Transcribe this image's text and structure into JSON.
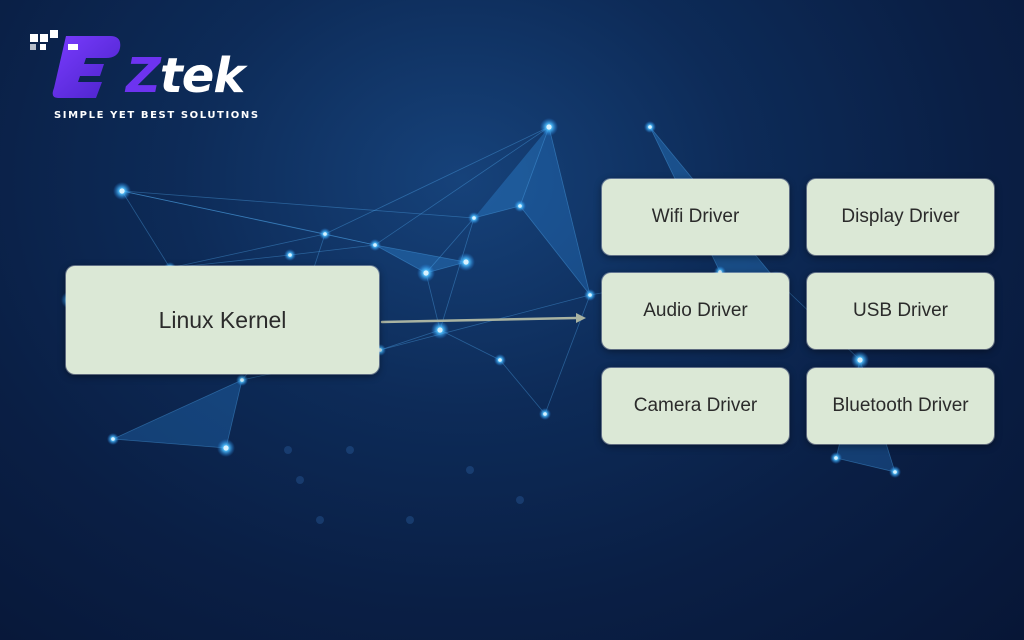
{
  "logo": {
    "brand_z": "Z",
    "brand_tek": "tek",
    "tagline": "SIMPLE YET BEST SOLUTIONS"
  },
  "diagram": {
    "source": "Linux Kernel",
    "drivers": [
      "Wifi Driver",
      "Display Driver",
      "Audio Driver",
      "USB Driver",
      "Camera Driver",
      "Bluetooth Driver"
    ]
  },
  "colors": {
    "background": "#0a1f45",
    "box_fill": "#dbe8d6",
    "box_text": "#2b2b2b",
    "brand_purple": "#6d33f0",
    "network_glow": "#2fa8ff"
  }
}
